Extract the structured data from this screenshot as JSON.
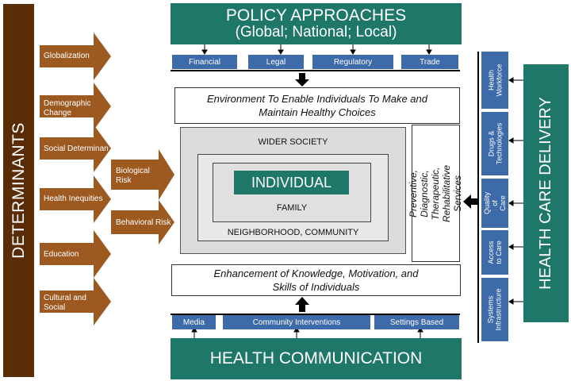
{
  "determinants": {
    "title": "DETERMINANTS",
    "items": [
      {
        "label": "Globalization"
      },
      {
        "label": "Demographic\nChange"
      },
      {
        "label": "Social Determinants"
      },
      {
        "label": "Health Inequities"
      },
      {
        "label": "Education"
      },
      {
        "label": "Cultural and Social\nNorms"
      }
    ],
    "risks": [
      {
        "label": "Biological\nRisk"
      },
      {
        "label": "Behavioral Risk"
      }
    ]
  },
  "policy": {
    "title": "POLICY APPROACHES",
    "subtitle": "(Global; National; Local)",
    "tabs": [
      {
        "label": "Financial"
      },
      {
        "label": "Legal"
      },
      {
        "label": "Regulatory"
      },
      {
        "label": "Trade"
      }
    ]
  },
  "environment_box": {
    "text": "Environment To Enable Individuals To Make and\nMaintain Healthy Choices"
  },
  "enhancement_box": {
    "text": "Enhancement of Knowledge, Motivation, and\nSkills of Individuals"
  },
  "nested": {
    "wider_society": "WIDER SOCIETY",
    "individual": "INDIVIDUAL",
    "family": "FAMILY",
    "neighborhood": "NEIGHBORHOOD, COMMUNITY"
  },
  "services_box": {
    "text": "Preventive, Diagnostic,\nTherapeutic,\nRehabilitative Services"
  },
  "health_communication": {
    "title": "HEALTH COMMUNICATION",
    "tabs": [
      {
        "label": "Media"
      },
      {
        "label": "Community Interventions"
      },
      {
        "label": "Settings Based"
      }
    ]
  },
  "health_care_delivery": {
    "title": "HEALTH CARE DELIVERY",
    "tabs": [
      {
        "label": "Health\nWorkforce"
      },
      {
        "label": "Drugs &\nTechnologies"
      },
      {
        "label": "Quality of\nCare"
      },
      {
        "label": "Access\nto Care"
      },
      {
        "label": "Systems\nInfrastructure"
      }
    ]
  },
  "colors": {
    "brown_dark": "#5a2c06",
    "brown_arrow": "#9c5a21",
    "teal": "#1e7768",
    "blue_tab": "#3d6aa8"
  }
}
